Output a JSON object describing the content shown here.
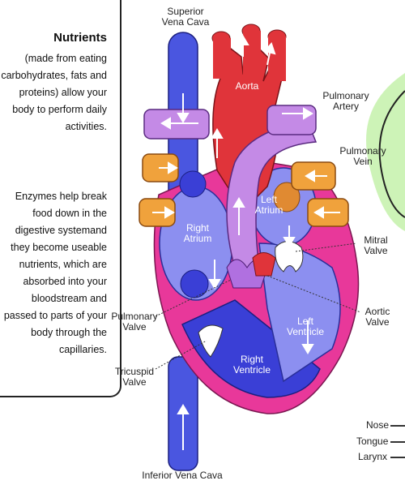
{
  "panel": {
    "title": "Nutrients",
    "paragraph1": "(made from eating carbohydrates, fats and proteins) allow your body to perform daily activities.",
    "paragraph2": "Enzymes help break food down in the digestive systemand they become useable nutrients, which are absorbed into your bloodstream and passed to parts of your body through the capillaries."
  },
  "labels": {
    "superior_vena_cava": "Superior\nVena Cava",
    "aorta": "Aorta",
    "pulmonary_artery": "Pulmonary\nArtery",
    "pulmonary_vein": "Pulmonary\nVein",
    "left_atrium": "Left\nAtrium",
    "right_atrium": "Right\nAtrium",
    "mitral_valve": "Mitral\nValve",
    "aortic_valve": "Aortic\nValve",
    "left_ventricle": "Left\nVentricle",
    "right_ventricle": "Right\nVentricle",
    "pulmonary_valve": "Pulmonary\nValve",
    "tricuspid_valve": "Tricuspid\nValve",
    "inferior_vena_cava": "Inferior Vena Cava",
    "nose": "Nose",
    "tongue": "Tongue",
    "larynx": "Larynx"
  },
  "colors": {
    "vein_blue": "#4a56e0",
    "aorta_red": "#e0343a",
    "pulmonary_lilac": "#c48ae6",
    "pulmonary_vein_orange": "#f0a23c",
    "heart_pink": "#e8389a",
    "left_chamber": "#8c8ff0",
    "right_chamber": "#3a3fd6",
    "green_glow": "#9ee07a"
  }
}
